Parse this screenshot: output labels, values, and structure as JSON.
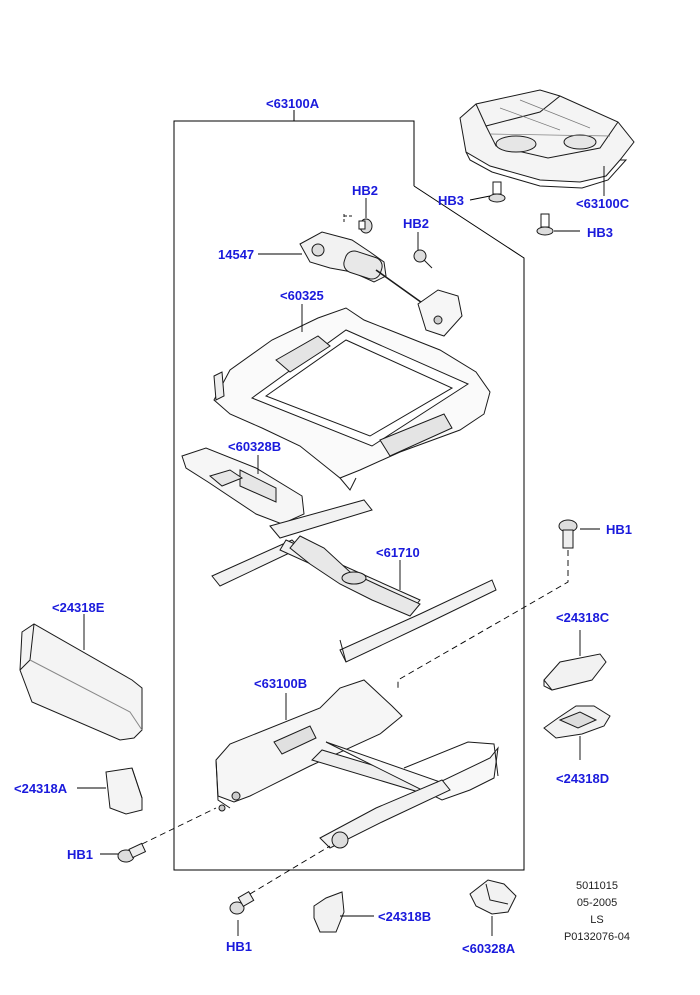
{
  "colors": {
    "callout": "#1a1adc",
    "line": "#000000",
    "part_stroke": "#1a1a1a",
    "part_fill": "#ffffff",
    "part_shade": "#d9d9d9"
  },
  "callouts": {
    "c63100A": "<63100A",
    "hb2_left": "HB2",
    "hb2_right": "HB2",
    "hb3_left": "HB3",
    "hb3_right": "HB3",
    "c63100C": "<63100C",
    "c14547": "14547",
    "c60325": "<60325",
    "c60328B": "<60328B",
    "c61710": "<61710",
    "hb1_right": "HB1",
    "c24318E": "<24318E",
    "c24318C": "<24318C",
    "c63100B": "<63100B",
    "c24318D": "<24318D",
    "c24318A": "<24318A",
    "hb1_left": "HB1",
    "hb1_bottom": "HB1",
    "c24318B": "<24318B",
    "c60328A": "<60328A"
  },
  "meta": [
    "5011015",
    "05-2005",
    "LS",
    "P0132076-04"
  ]
}
